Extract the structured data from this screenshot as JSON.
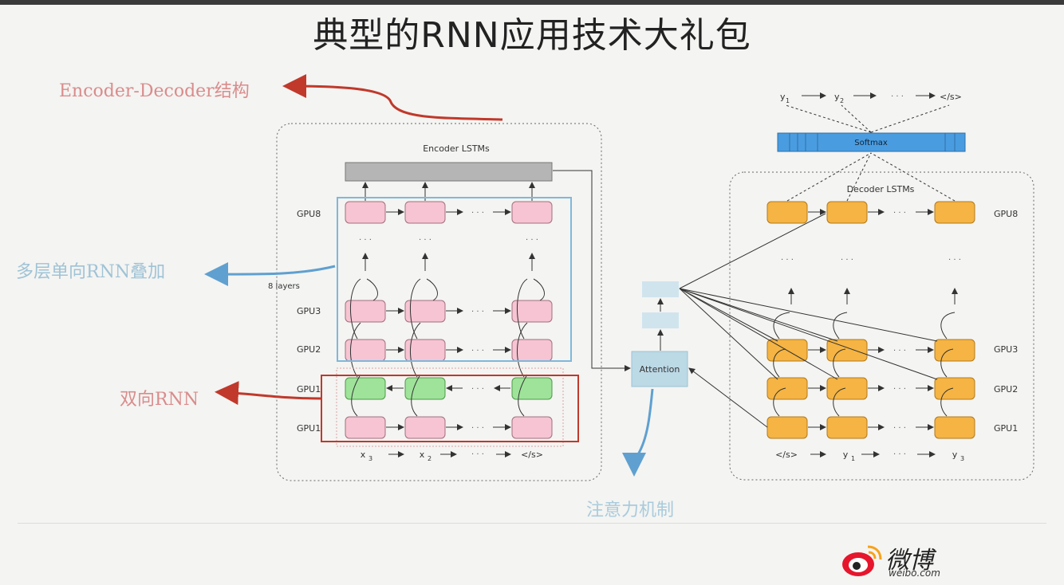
{
  "title": "典型的RNN应用技术大礼包",
  "annotations": {
    "encoder_decoder": "Encoder-Decoder结构",
    "multilayer": "多层单向RNN叠加",
    "bidirectional": "双向RNN",
    "attention": "注意力机制"
  },
  "encoder": {
    "title": "Encoder LSTMs",
    "layers_label": "8 layers",
    "gpu_labels": {
      "gpu8": "GPU8",
      "gpu3": "GPU3",
      "gpu2": "GPU2",
      "gpu1": "GPU1",
      "gpu1b": "GPU1"
    },
    "inputs": [
      "x",
      "x",
      "</s>"
    ],
    "input_subs": [
      "3",
      "2",
      ""
    ],
    "ellipsis": "· · ·"
  },
  "attention": {
    "label": "Attention"
  },
  "softmax": {
    "label": "Softmax"
  },
  "decoder": {
    "title": "Decoder LSTMs",
    "gpu_labels": {
      "gpu8": "GPU8",
      "gpu3": "GPU3",
      "gpu2": "GPU2",
      "gpu1": "GPU1"
    },
    "inputs": [
      "</s>",
      "y",
      "y"
    ],
    "input_subs": [
      "",
      "1",
      "3"
    ],
    "outputs": [
      "y",
      "y",
      "</s>"
    ],
    "output_subs": [
      "1",
      "2",
      ""
    ],
    "ellipsis": "· · ·"
  },
  "logo": {
    "name": "微博",
    "url_text": "weibo.com"
  },
  "colors": {
    "pink": "#f6c4d2",
    "green": "#9fe39a",
    "orange": "#f5b443",
    "blue_softmax": "#4a9ce0",
    "attention_box": "#bcd9e6",
    "red_arrow": "#c0392b",
    "blue_arrow": "#5fa0d0"
  }
}
